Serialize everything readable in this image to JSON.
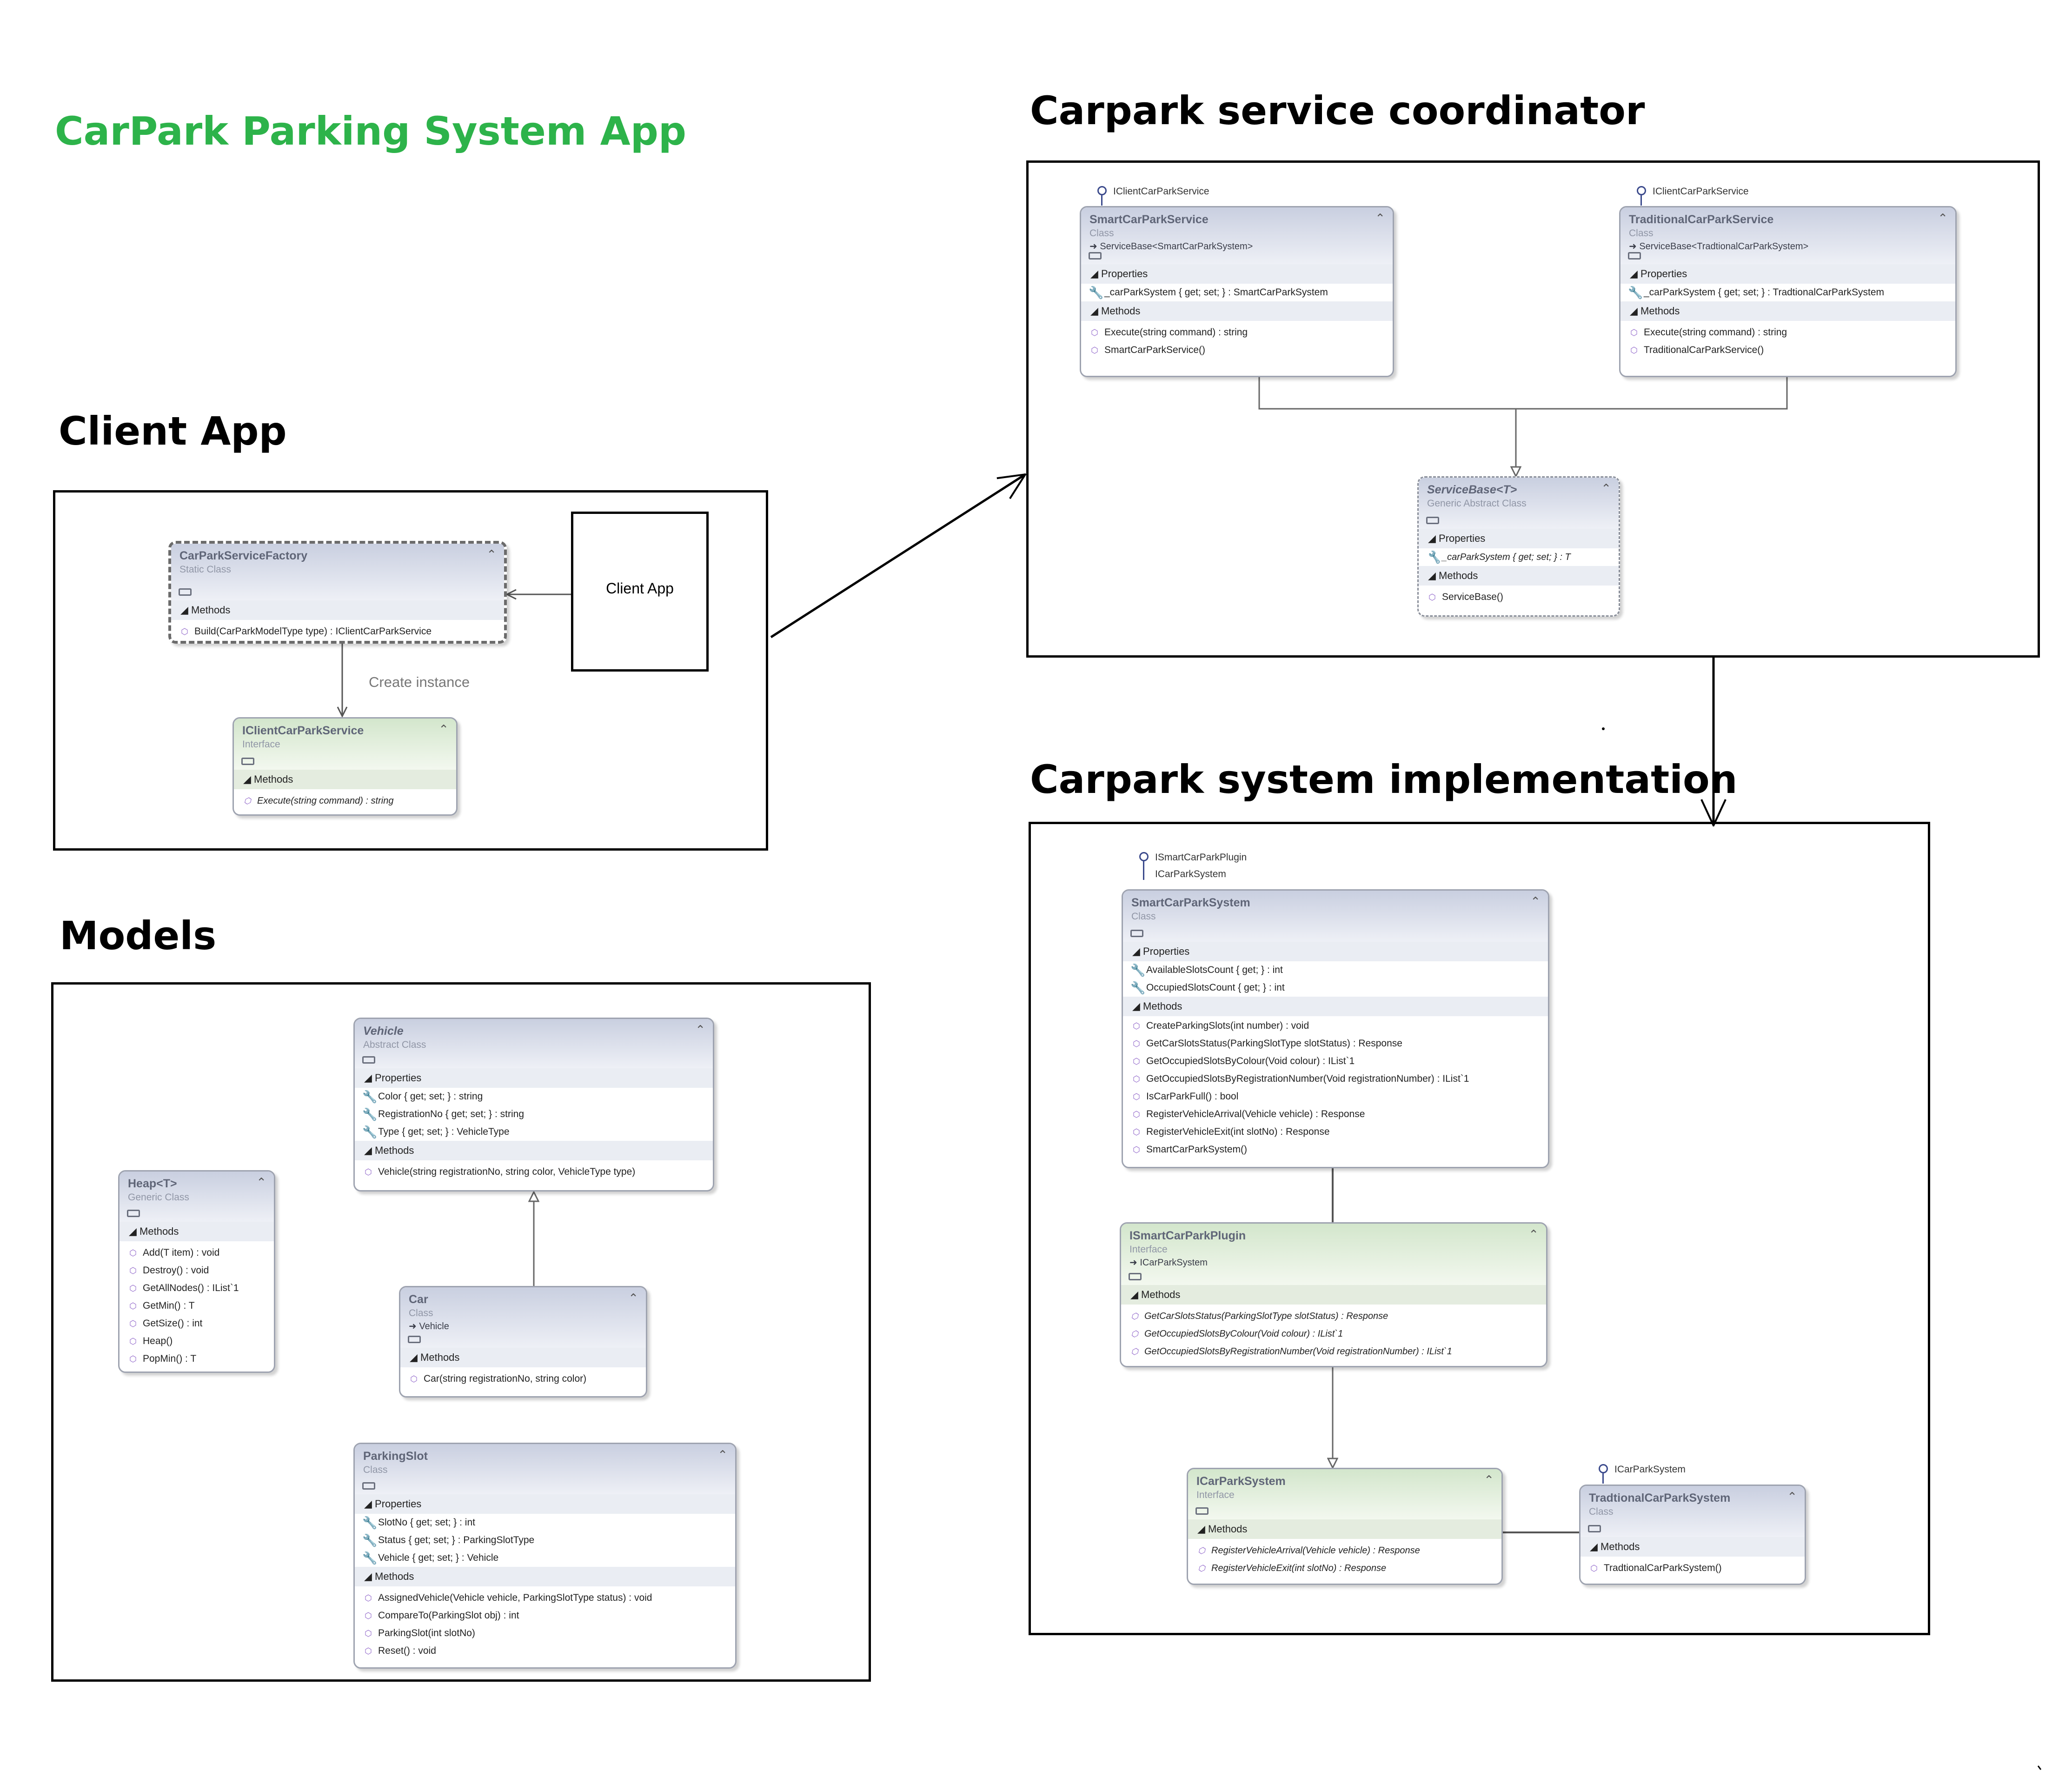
{
  "titles": {
    "app": "CarPark Parking System App",
    "client_app": "Client App",
    "models": "Models",
    "service_coordinator": "Carpark service coordinator",
    "system_impl": "Carpark system implementation"
  },
  "colors": {
    "app_title": "#2db34a",
    "frame": "#000000",
    "method_icon": "#8e63c9"
  },
  "common": {
    "properties": "Properties",
    "methods": "Methods"
  },
  "client": {
    "box_label": "Client App",
    "edge_label": "Create instance",
    "factory": {
      "name": "CarParkServiceFactory",
      "stereotype": "Static Class",
      "methods": [
        "Build(CarParkModelType type) : IClientCarParkService"
      ]
    },
    "iservice": {
      "name": "IClientCarParkService",
      "stereotype": "Interface",
      "methods": [
        "Execute(string command) : string"
      ]
    }
  },
  "coordinator": {
    "smart": {
      "lollipop": "IClientCarParkService",
      "name": "SmartCarParkService",
      "stereotype": "Class",
      "base": "ServiceBase<SmartCarParkSystem>",
      "properties": [
        "_carParkSystem { get; set; } : SmartCarParkSystem"
      ],
      "methods": [
        "Execute(string command) : string",
        "SmartCarParkService()"
      ]
    },
    "trad": {
      "lollipop": "IClientCarParkService",
      "name": "TraditionalCarParkService",
      "stereotype": "Class",
      "base": "ServiceBase<TradtionalCarParkSystem>",
      "properties": [
        "_carParkSystem { get; set; } : TradtionalCarParkSystem"
      ],
      "methods": [
        "Execute(string command) : string",
        "TraditionalCarParkService()"
      ]
    },
    "base": {
      "name": "ServiceBase<T>",
      "stereotype": "Generic Abstract Class",
      "properties": [
        "_carParkSystem { get; set; } : T"
      ],
      "methods": [
        "ServiceBase()"
      ]
    }
  },
  "models": {
    "heap": {
      "name": "Heap<T>",
      "stereotype": "Generic Class",
      "methods": [
        "Add(T item) : void",
        "Destroy() : void",
        "GetAllNodes() : IList`1",
        "GetMin() : T",
        "GetSize() : int",
        "Heap()",
        "PopMin() : T"
      ]
    },
    "vehicle": {
      "name": "Vehicle",
      "stereotype": "Abstract Class",
      "properties": [
        "Color { get; set; } : string",
        "RegistrationNo { get; set; } : string",
        "Type { get; set; } : VehicleType"
      ],
      "methods": [
        "Vehicle(string registrationNo, string color, VehicleType type)"
      ]
    },
    "car": {
      "name": "Car",
      "stereotype": "Class",
      "base": "Vehicle",
      "methods": [
        "Car(string registrationNo, string color)"
      ]
    },
    "slot": {
      "name": "ParkingSlot",
      "stereotype": "Class",
      "properties": [
        "SlotNo { get; set; } : int",
        "Status { get; set; } : ParkingSlotType",
        "Vehicle { get; set; } : Vehicle"
      ],
      "methods": [
        "AssignedVehicle(Vehicle vehicle, ParkingSlotType status) : void",
        "CompareTo(ParkingSlot obj) : int",
        "ParkingSlot(int slotNo)",
        "Reset() : void"
      ]
    }
  },
  "system": {
    "smart": {
      "lollipop": [
        "ISmartCarParkPlugin",
        "ICarParkSystem"
      ],
      "name": "SmartCarParkSystem",
      "stereotype": "Class",
      "properties": [
        "AvailableSlotsCount { get; } : int",
        "OccupiedSlotsCount { get; } : int"
      ],
      "methods": [
        "CreateParkingSlots(int number) : void",
        "GetCarSlotsStatus(ParkingSlotType slotStatus) : Response",
        "GetOccupiedSlotsByColour(Void colour) : IList`1",
        "GetOccupiedSlotsByRegistrationNumber(Void registrationNumber) : IList`1",
        "IsCarParkFull() : bool",
        "RegisterVehicleArrival(Vehicle vehicle) : Response",
        "RegisterVehicleExit(int slotNo) : Response",
        "SmartCarParkSystem()"
      ]
    },
    "plugin": {
      "name": "ISmartCarParkPlugin",
      "stereotype": "Interface",
      "base": "ICarParkSystem",
      "methods": [
        "GetCarSlotsStatus(ParkingSlotType slotStatus) : Response",
        "GetOccupiedSlotsByColour(Void colour) : IList`1",
        "GetOccupiedSlotsByRegistrationNumber(Void registrationNumber) : IList`1"
      ]
    },
    "icarpark": {
      "name": "ICarParkSystem",
      "stereotype": "Interface",
      "methods": [
        "RegisterVehicleArrival(Vehicle vehicle) : Response",
        "RegisterVehicleExit(int slotNo) : Response"
      ]
    },
    "trad": {
      "lollipop": "ICarParkSystem",
      "name": "TradtionalCarParkSystem",
      "stereotype": "Class",
      "methods": [
        "TradtionalCarParkSystem()"
      ]
    }
  }
}
